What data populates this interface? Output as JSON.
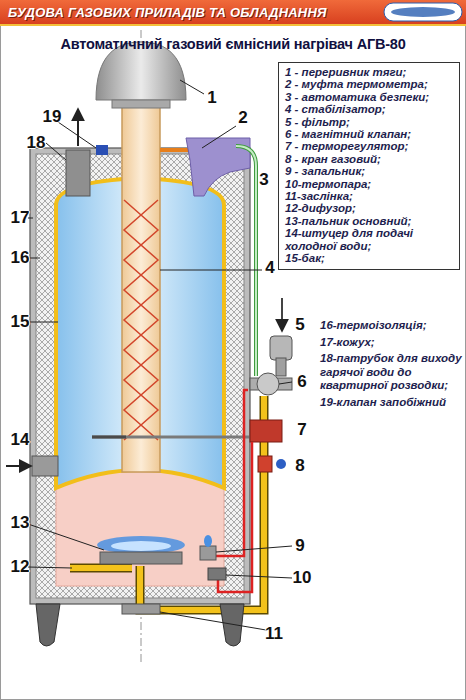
{
  "diagram": {
    "title": "Автоматичний газовий ємнісний нагрівач АГВ-80",
    "nodes": [
      {
        "text": [
          "БУДОВА ГАЗОВИХ ПРИЛАДІВ ТА ОБЛАДНАННЯ"
        ]
      },
      {
        "text": [
          "1 - переривник тяги;",
          "2 - муфта термометра;",
          "3 - автоматика безпеки;",
          "4 - стабілізатор;",
          "5 - фільтр;",
          "6 - магнітний клапан;",
          "7 - терморегулятор;",
          "8 - кран газовий;",
          "9 - запальник;",
          "10-термопара;",
          "11-заслінка;",
          "12-дифузор;",
          "13-пальник основний;",
          "14-штуцер для подачі холодної води;",
          "15-бак;"
        ]
      }
    ],
    "labels": [
      "1",
      "2",
      "3",
      "4",
      "5",
      "6",
      "7",
      "8",
      "9",
      "10",
      "11",
      "12",
      "13",
      "14",
      "15",
      "16",
      "17",
      "18",
      "19",
      "16-термоізоляція;",
      "17-кожух;",
      "18-патрубок для виходу гарячої води до квартирної розводки;",
      "19-клапан запобіжний"
    ]
  }
}
